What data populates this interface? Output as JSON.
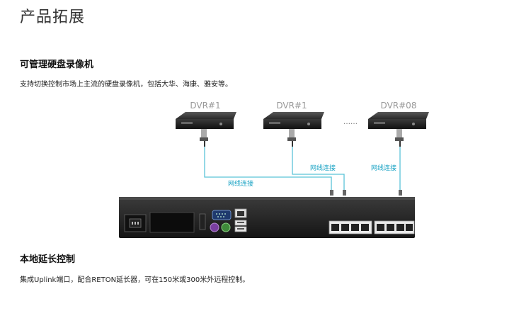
{
  "page": {
    "title": "产品拓展"
  },
  "section1": {
    "title": "可管理硬盘录像机",
    "text": "支持切换控制市场上主流的硬盘录像机，包括大华、海康、雅安等。"
  },
  "diagram": {
    "dvr_labels": [
      "DVR#1",
      "DVR#1",
      "DVR#08"
    ],
    "ellipsis": "……",
    "cable_labels": [
      "网线连接",
      "网线连接",
      "网线连接"
    ],
    "colors": {
      "cable": "#5bc3d8",
      "label": "#1aa3c4",
      "device": "#2a2a2a"
    }
  },
  "section2": {
    "title": "本地延长控制",
    "text": "集成Uplink端口，配合RETON延长器，可在150米或300米外远程控制。"
  }
}
